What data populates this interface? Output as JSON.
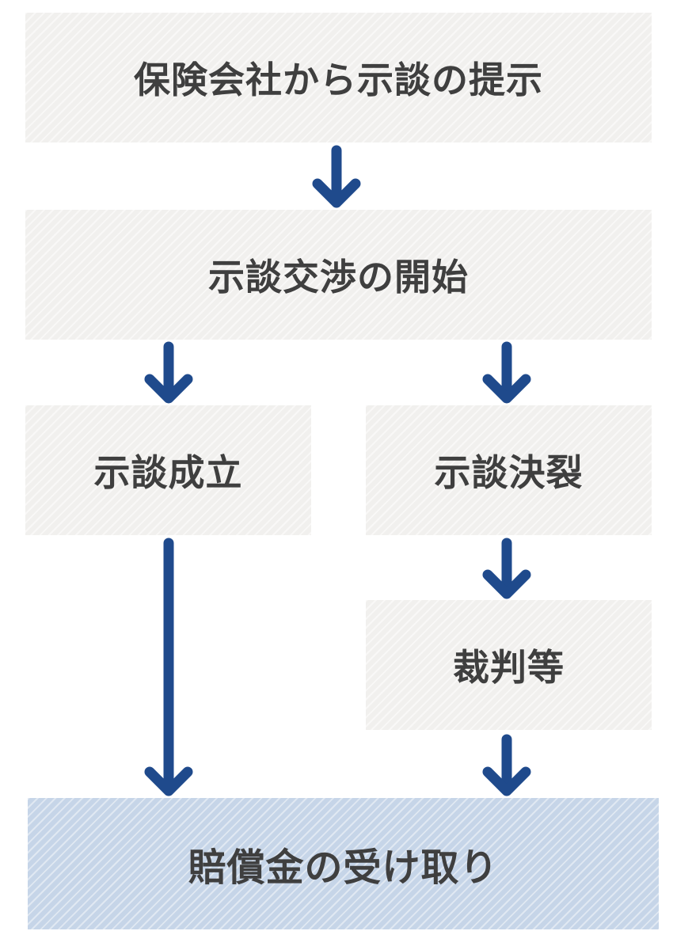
{
  "flow": {
    "offer": "保険会社から示談の提示",
    "negotiation_start": "示談交渉の開始",
    "settlement_success": "示談成立",
    "settlement_failure": "示談決裂",
    "court": "裁判等",
    "payment": "賠償金の受け取り"
  },
  "colors": {
    "arrow": "#1f4a8c",
    "box": "#f1f0ee",
    "final_box": "#c6d5e8",
    "text": "#3f3f3f"
  },
  "icons": [
    "arrow-down-icon"
  ]
}
